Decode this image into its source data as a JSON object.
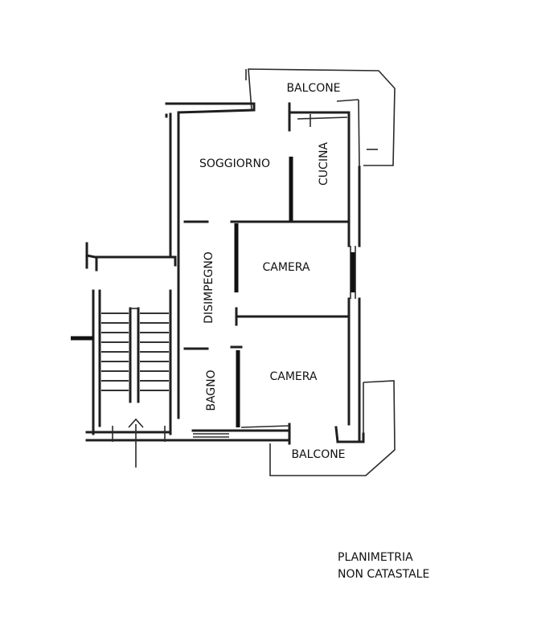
{
  "rooms": {
    "balcone_top": "BALCONE",
    "soggiorno": "SOGGIORNO",
    "cucina": "CUCINA",
    "disimpegno": "DISIMPEGNO",
    "camera_1": "CAMERA",
    "camera_2": "CAMERA",
    "bagno": "BAGNO",
    "balcone_bottom": "BALCONE"
  },
  "note": {
    "line1": "PLANIMETRIA",
    "line2": "NON CATASTALE"
  },
  "colors": {
    "ink": "#1f1f1f",
    "paper": "#ffffff"
  }
}
